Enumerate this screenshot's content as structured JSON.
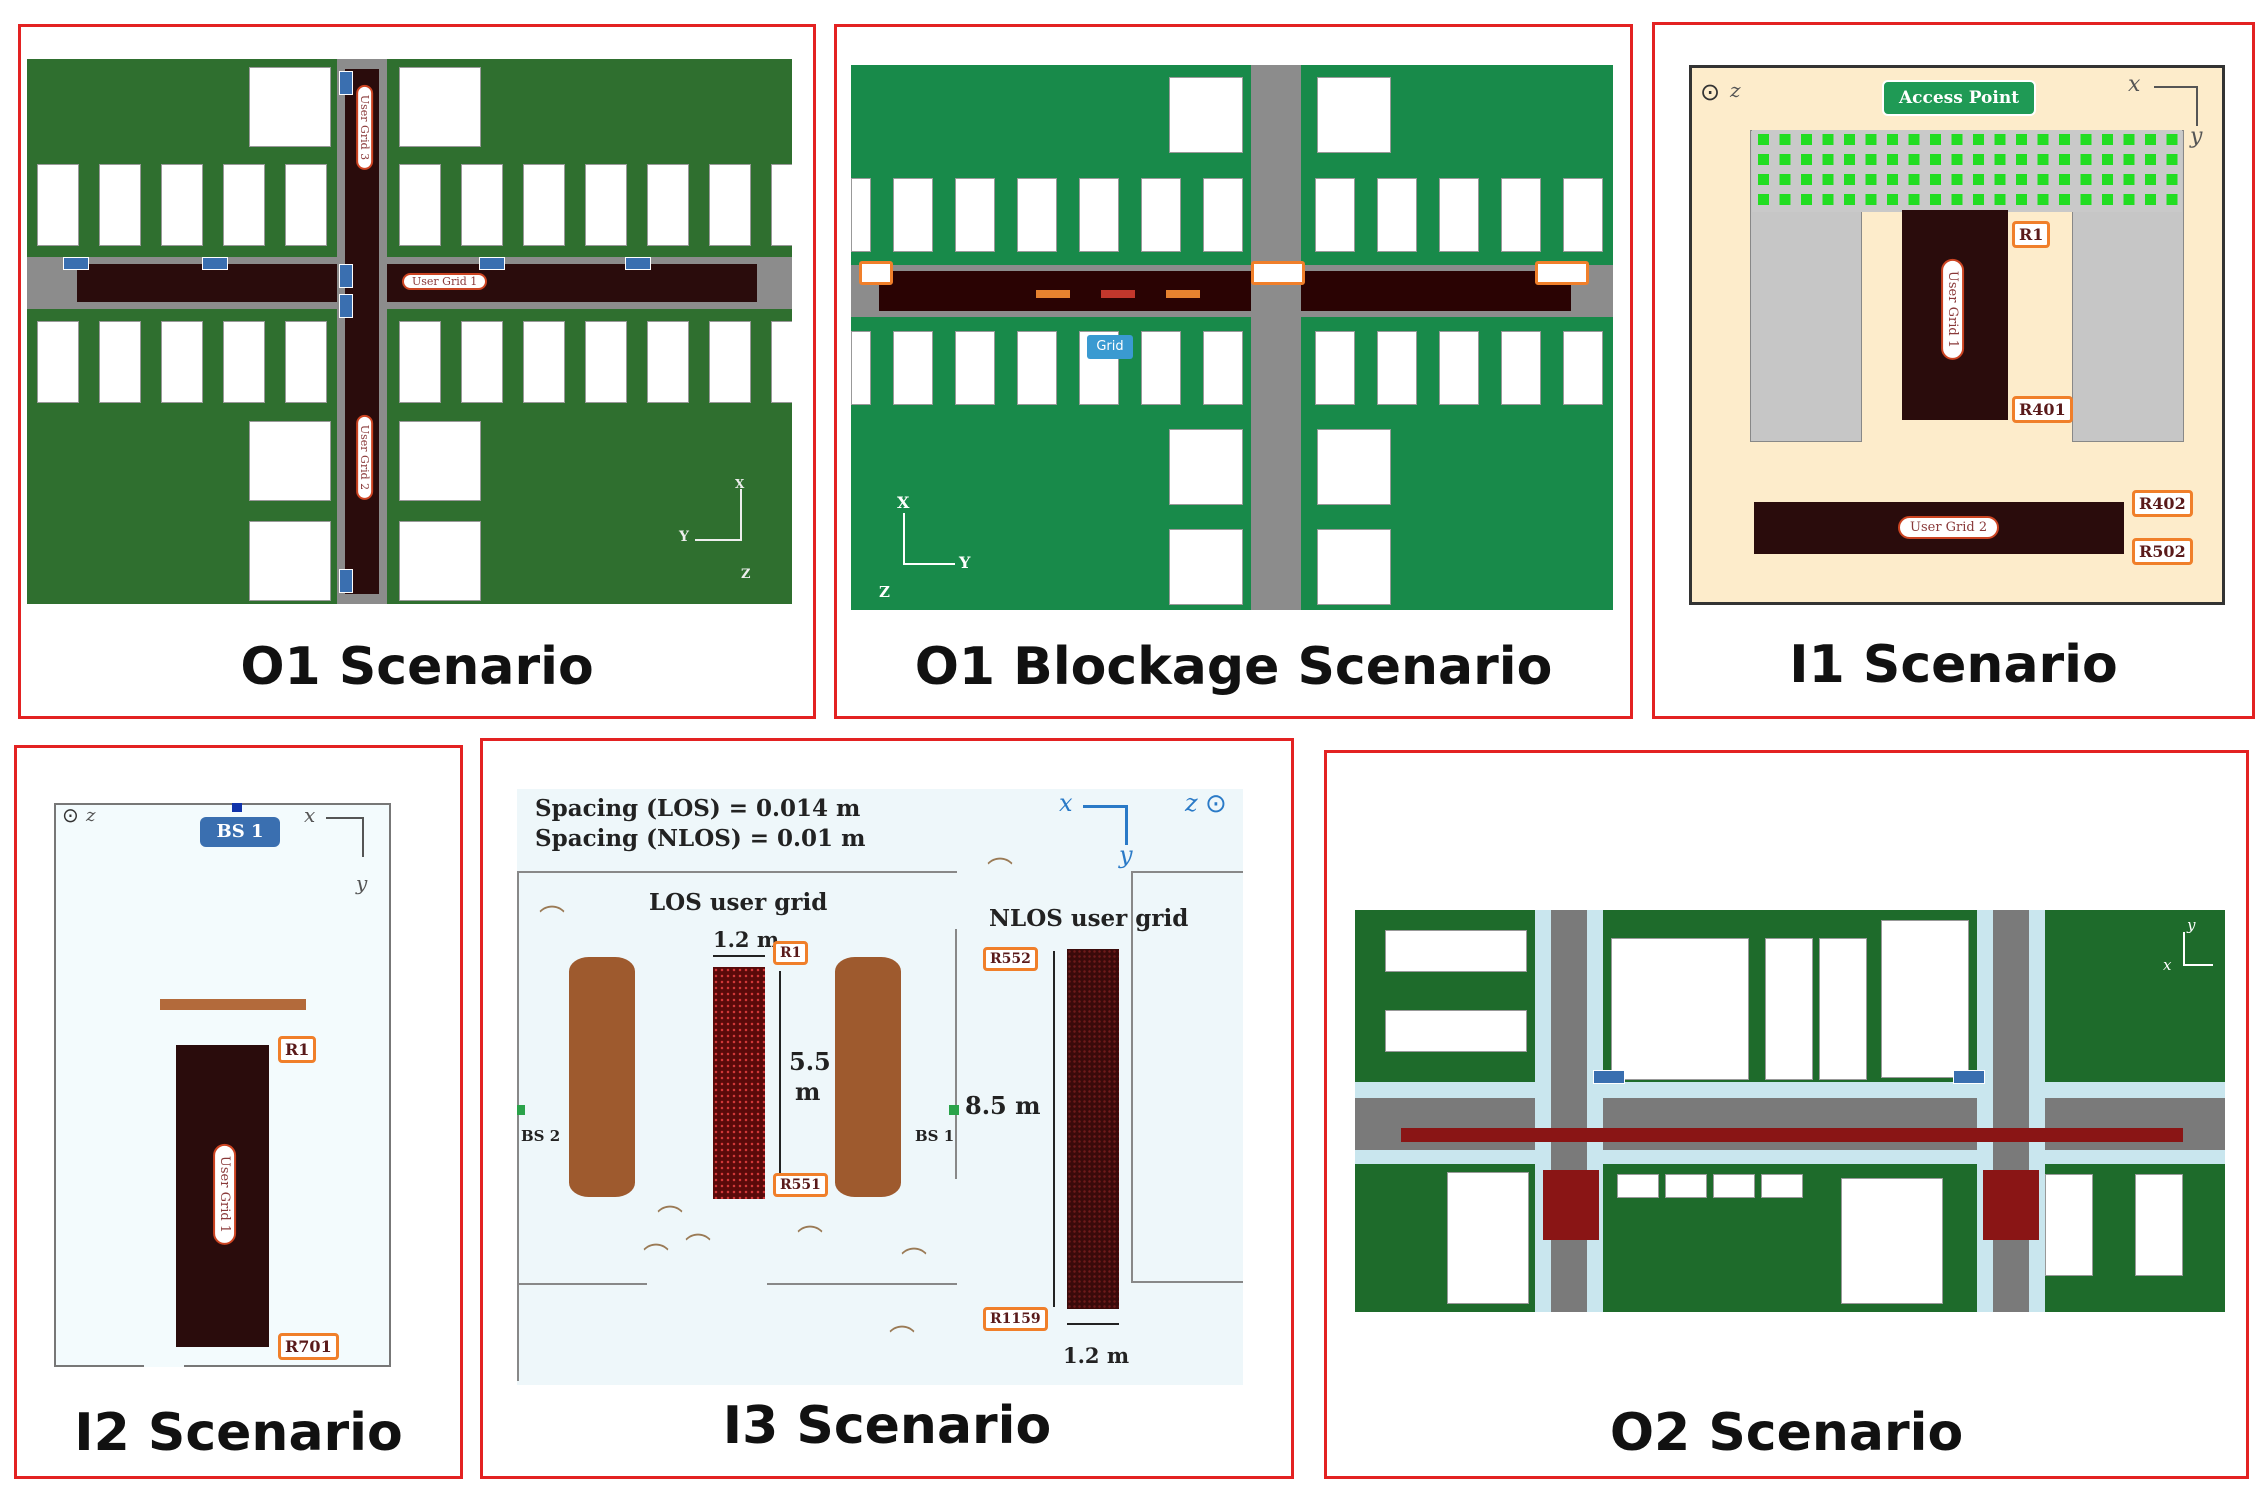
{
  "panels": {
    "o1": {
      "caption": "O1 Scenario",
      "grid1": "User Grid 1",
      "grid2": "User Grid 2",
      "grid3": "User Grid 3",
      "axis_y": "Y",
      "axis_x": "X",
      "axis_z": "Z"
    },
    "o1b": {
      "caption": "O1 Blockage Scenario",
      "grid_label": "Grid",
      "axis_x": "X",
      "axis_y": "Y",
      "axis_z": "Z"
    },
    "i1": {
      "caption": "I1 Scenario",
      "access_point": "Access Point",
      "r1": "R1",
      "r401": "R401",
      "r402": "R402",
      "r502": "R502",
      "grid1": "User Grid 1",
      "grid2": "User Grid 2",
      "axis_x": "x",
      "axis_y": "y",
      "axis_z": "z"
    },
    "i2": {
      "caption": "I2 Scenario",
      "bs": "BS 1",
      "r1": "R1",
      "r701": "R701",
      "grid1": "User Grid 1",
      "axis_x": "x",
      "axis_y": "y",
      "axis_z": "z"
    },
    "i3": {
      "caption": "I3 Scenario",
      "spacing_los": "Spacing (LOS) = 0.014 m",
      "spacing_nlos": "Spacing (NLOS) = 0.01 m",
      "los_grid": "LOS user grid",
      "nlos_grid": "NLOS user grid",
      "w_los": "1.2 m",
      "h_los_1": "5.5",
      "h_los_2": "m",
      "h_nlos": "8.5 m",
      "w_nlos": "1.2 m",
      "r1": "R1",
      "r551": "R551",
      "r552": "R552",
      "r1159": "R1159",
      "bs1": "BS 1",
      "bs2": "BS 2",
      "axis_x": "x",
      "axis_y": "y",
      "axis_z": "z"
    },
    "o2": {
      "caption": "O2 Scenario",
      "axis_x": "x",
      "axis_y": "y"
    }
  },
  "colors": {
    "panel_border": "#e32222",
    "grass": "#2f6f2f",
    "grass_blockage": "#188a4a",
    "user_grid": "#2a0c0c",
    "tag_border": "#f07f2a",
    "indoor_bg": "#fdeccb",
    "access_point": "#1f9a55",
    "bs_blue": "#3a6fb0"
  }
}
